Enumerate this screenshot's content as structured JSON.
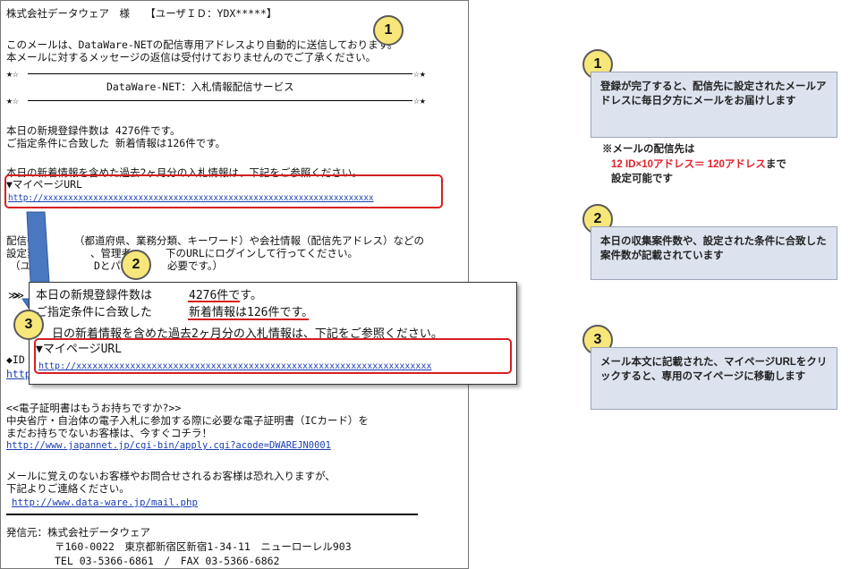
{
  "email": {
    "header": "株式会社データウェア　様　　【ユーザＩＤ：YDX*****】",
    "intro_1": "このメールは、DataWare-NETの配信専用アドレスより自動的に送信しております。",
    "intro_2": "本メールに対するメッセージの返信は受付けておりませんのでご了承ください。",
    "star_left": "★☆",
    "star_right": "☆★",
    "service_title": "DataWare-NET：入札情報配信サービス",
    "count_line_1": "本日の新規登録件数は 4276件です。",
    "count_line_2": "ご指定条件に合致した 新着情報は126件です。",
    "guide_line": "本日の新着情報を含めた過去2ヶ月分の入札情報は、下記をご参照ください。",
    "mypage_label": "▼マイページURL",
    "mypage_url": "http://xxxxxxxxxxxxxxxxxxxxxxxxxxxxxxxxxxxxxxxxxxxxxxxxxxxxxxxxxxxxxxxxxx",
    "config_1": "配信条",
    "config_1b": "（都道府県、業務分類、キーワード）や会社情報（配信先アドレス）などの",
    "config_2": "設定変",
    "config_2b": "、管理者",
    "config_2c": "下のURLにログインして行ってください。",
    "config_3": "（ユー",
    "config_3b": "Dとパス",
    "config_3c": "必要です。）",
    "arrows": "≫",
    "diamond_label": "◆ID",
    "hidden_link": "http",
    "cert_1": "<<電子証明書はもうお持ちですか?>>",
    "cert_2": "中央省庁・自治体の電子入札に参加する際に必要な電子証明書（ICカード）を",
    "cert_3": "まだお持ちでないお客様は、今すぐコチラ！",
    "cert_url": "http://www.japannet.jp/cgi-bin/apply.cgi?acode=DWAREJN0001",
    "contact_1": "メールに覚えのないお客様やお問合せされるお客様は恐れ入りますが、",
    "contact_2": "下記よりご連絡ください。",
    "contact_url": "http://www.data-ware.jp/mail.php",
    "sender_1": "発信元：株式会社データウェア",
    "sender_2": "〒160-0022　東京都新宿区新宿1-34-11　ニューローレル903",
    "sender_3": "TEL 03-5366-6861　/　FAX 03-5366-6862"
  },
  "zoom": {
    "line_1a": "本日の新規登録件数は ",
    "line_1b": "4276件です。",
    "line_2a": "ご指定条件に合致した ",
    "line_2b": "新着情報は126件です。",
    "line_3": "日の新着情報を含めた過去2ヶ月分の入札情報は、下記をご参照ください。",
    "line_4": "▼マイページURL",
    "url": "http://xxxxxxxxxxxxxxxxxxxxxxxxxxxxxxxxxxxxxxxxxxxxxxxxxxxxxxxxxxxxxxxxxx"
  },
  "callouts": {
    "num_1": "1",
    "num_2": "2",
    "num_3": "3",
    "box_1": "登録が完了すると、配信先に設定されたメールアドレスに毎日夕方にメールをお届けします",
    "note_1": "※メールの配信先は",
    "note_2_red": "12 ID×10アドレス＝ 120アドレス",
    "note_2_tail": "まで",
    "note_3": "設定可能です",
    "box_2": "本日の収集案件数や、設定された条件に合致した案件数が記載されています",
    "box_3": "メール本文に記載された、マイページURLをクリックすると、専用のマイページに移動します"
  },
  "colors": {
    "accent_red": "#d61f1f",
    "callout_yellow": "#f7e67a",
    "callout_blue": "#dde3ee",
    "link_blue": "#1a3fb0",
    "arrow_blue": "#4a78c0"
  }
}
